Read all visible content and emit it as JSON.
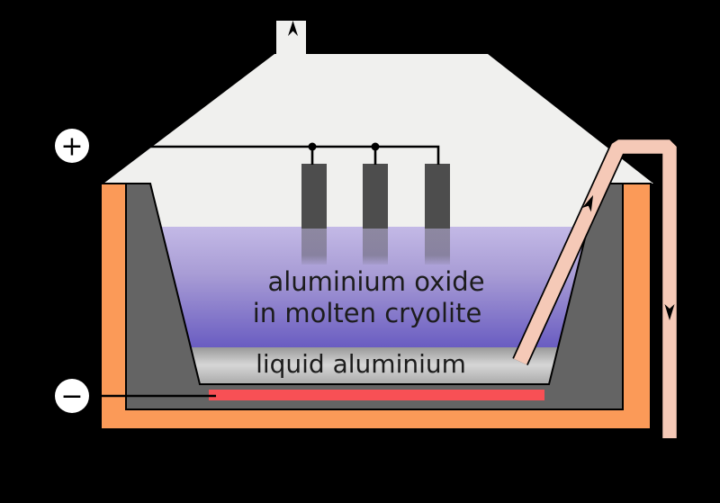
{
  "labels": {
    "electrolyte_line1": "aluminium oxide",
    "electrolyte_line2": "in molten cryolite",
    "metal_layer": "liquid aluminium",
    "positive_terminal": "+",
    "negative_terminal": "−"
  },
  "icons": {
    "chimney_arrow": "up-arrow",
    "tube_flow_up_arrow": "up-arrow",
    "tube_flow_down_arrow": "down-arrow"
  },
  "colors": {
    "background": "#000000",
    "hood": "#f0f0ee",
    "shell": "#fb9a58",
    "lining": "#646464",
    "electrode": "#4d4d4d",
    "cryolite_top": "#c3b9e6",
    "cryolite_mid": "#a89cd5",
    "cryolite_bottom": "#6558c0",
    "aluminium_top": "#999999",
    "aluminium_mid": "#d6d6d6",
    "aluminium_bottom": "#a6a6a6",
    "cathode_bar": "#f85055",
    "tube": "#f5c9b7",
    "wire": "#000000",
    "arrow": "#000000",
    "terminal_fill": "#ffffff",
    "terminal_text": "#000000",
    "label_text": "#1c1c1c"
  }
}
